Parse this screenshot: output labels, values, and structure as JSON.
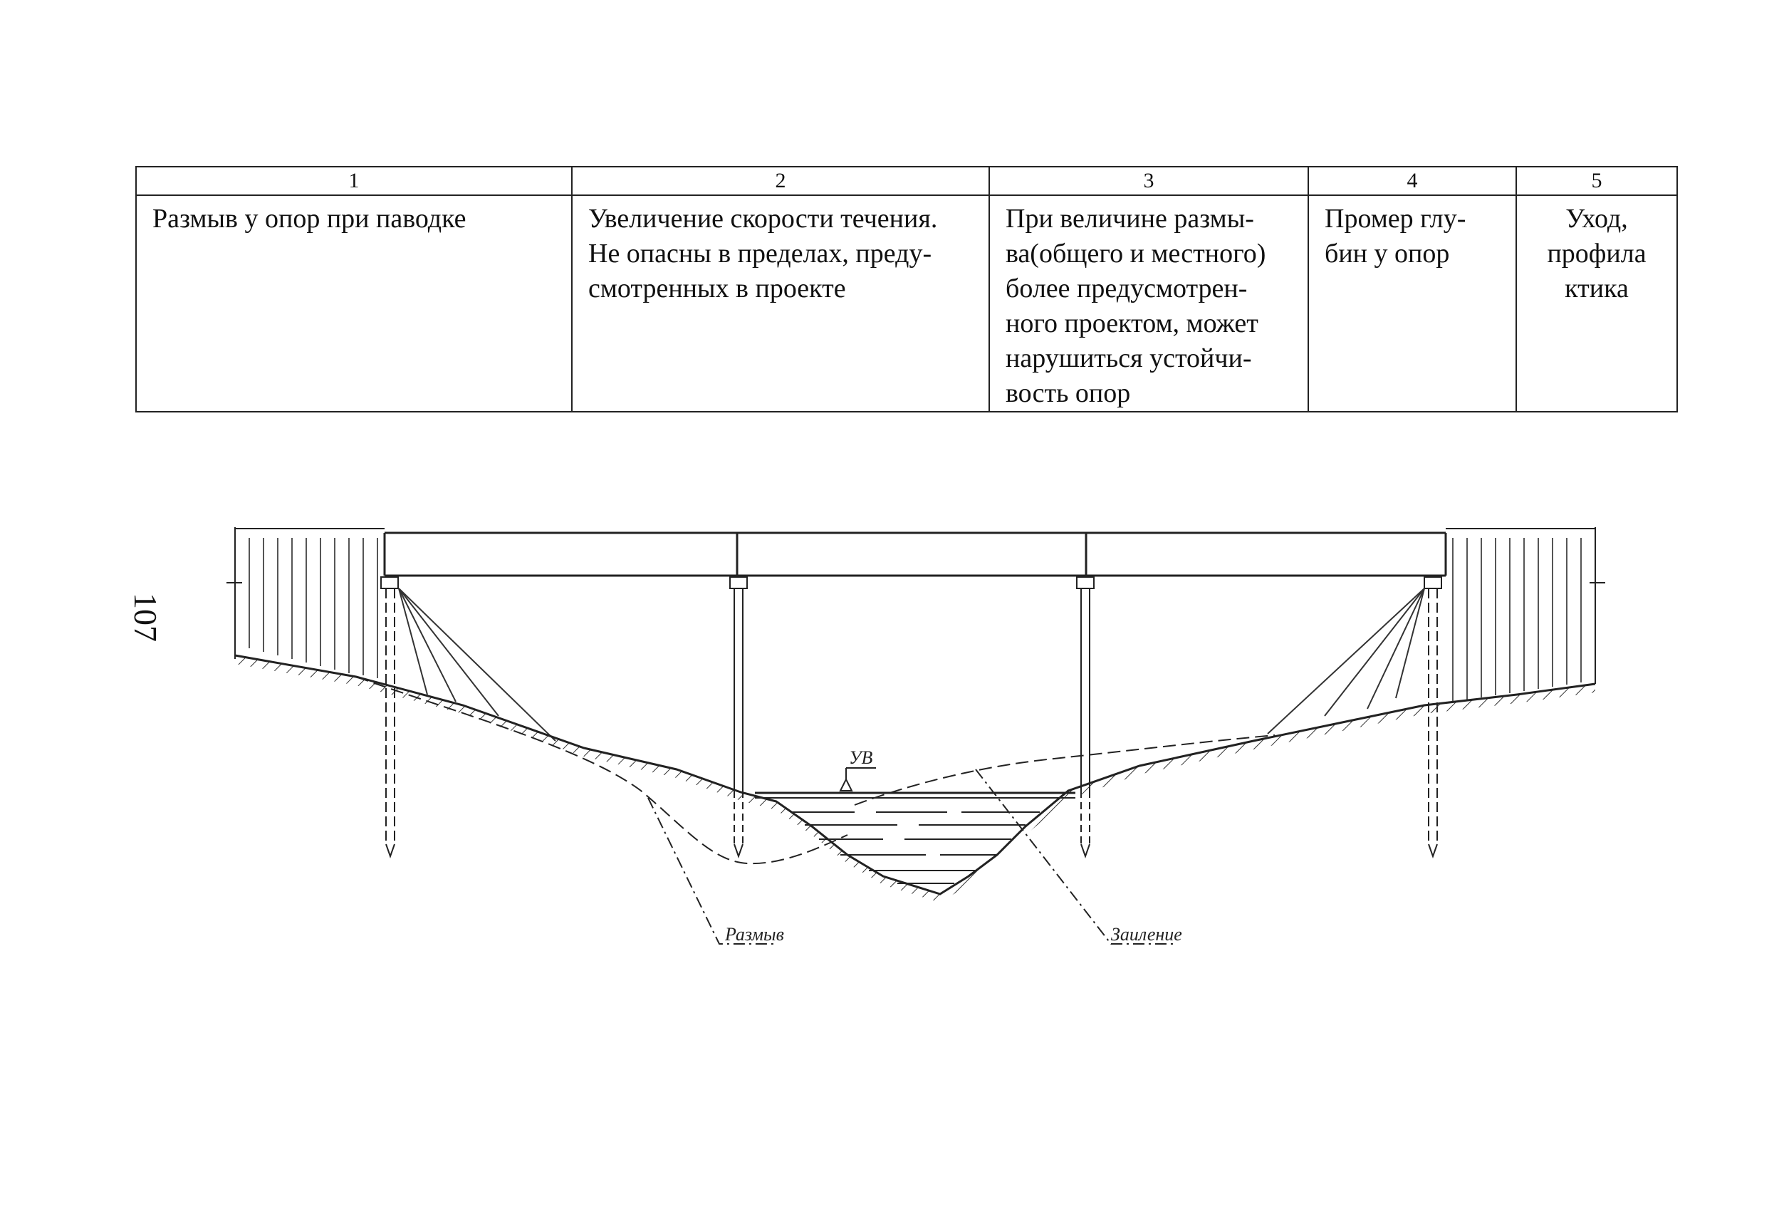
{
  "table": {
    "headers": [
      "1",
      "2",
      "3",
      "4",
      "5"
    ],
    "row": {
      "c1": [
        "Размыв у опор при паводке"
      ],
      "c2": [
        "Увеличение скорости течения.",
        "Не опасны в пределах, преду-",
        "смотренных в проекте"
      ],
      "c3": [
        "При величине размы-",
        "ва(общего и местного)",
        "более предусмотрен-",
        "ного проектом, может",
        "нарушиться устойчи-",
        "вость опор"
      ],
      "c4": [
        "Промер глу-",
        "бин у опор"
      ],
      "c5": [
        "Уход,",
        "профила",
        "ктика"
      ]
    }
  },
  "page_number": "107",
  "diagram": {
    "label_left": "Размыв",
    "label_right": "Заиление",
    "label_water": "УВ"
  }
}
